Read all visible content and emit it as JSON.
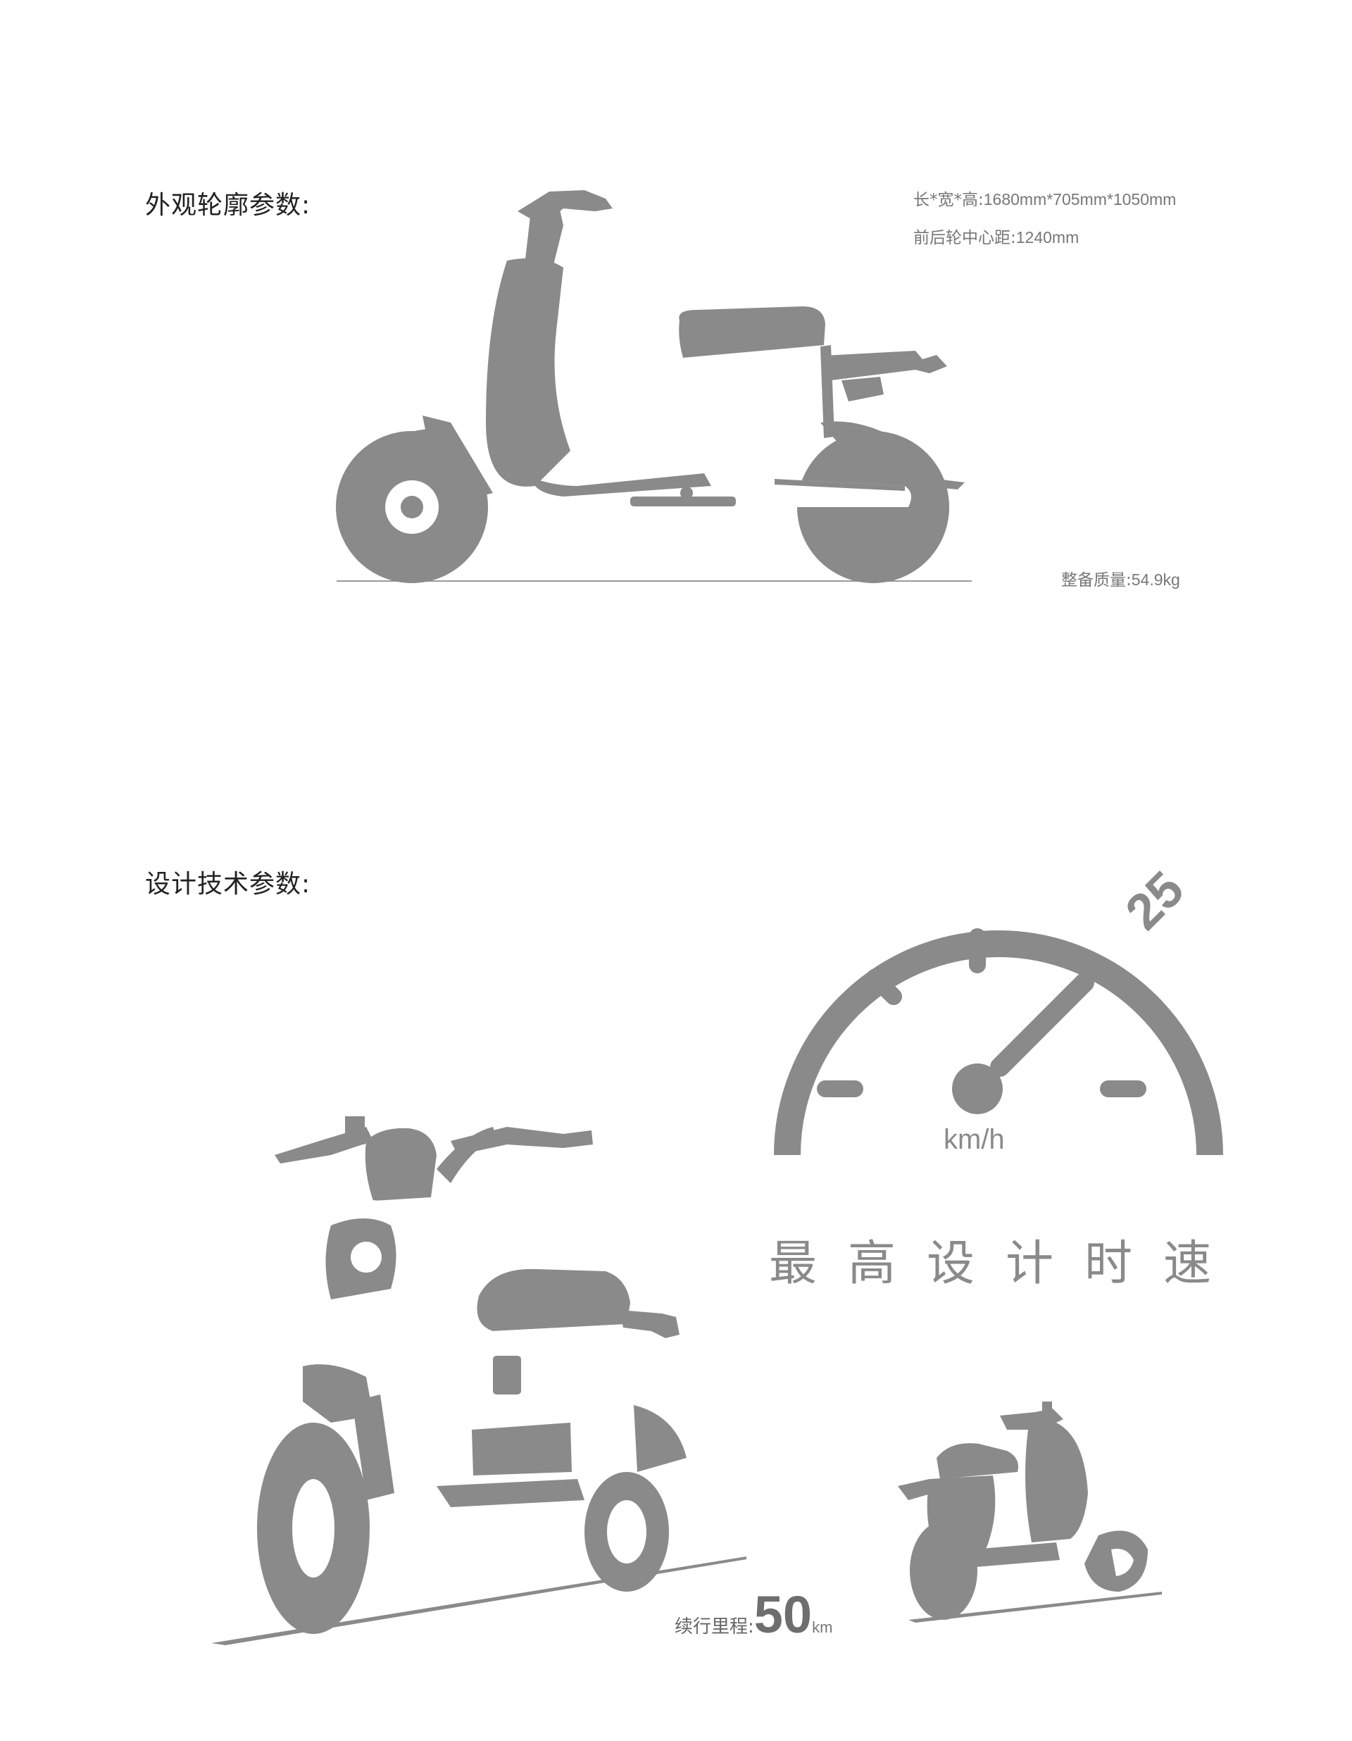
{
  "exterior": {
    "title": "外观轮廓参数:",
    "dimensions_label": "长*宽*高:",
    "dimensions_value": "1680mm*705mm*1050mm",
    "wheelbase_label": "前后轮中心距:",
    "wheelbase_value": "1240mm",
    "curb_weight_label": "整备质量:",
    "curb_weight_value": "54.9kg"
  },
  "technical": {
    "title": "设计技术参数:",
    "max_speed": {
      "value": "25",
      "unit": "km/h",
      "caption": "最高设计时速"
    },
    "range": {
      "label": "续行里程:",
      "value": "50",
      "unit": "km"
    }
  },
  "colors": {
    "silhouette": "#8a8a8a",
    "body_white": "#ffffff"
  }
}
